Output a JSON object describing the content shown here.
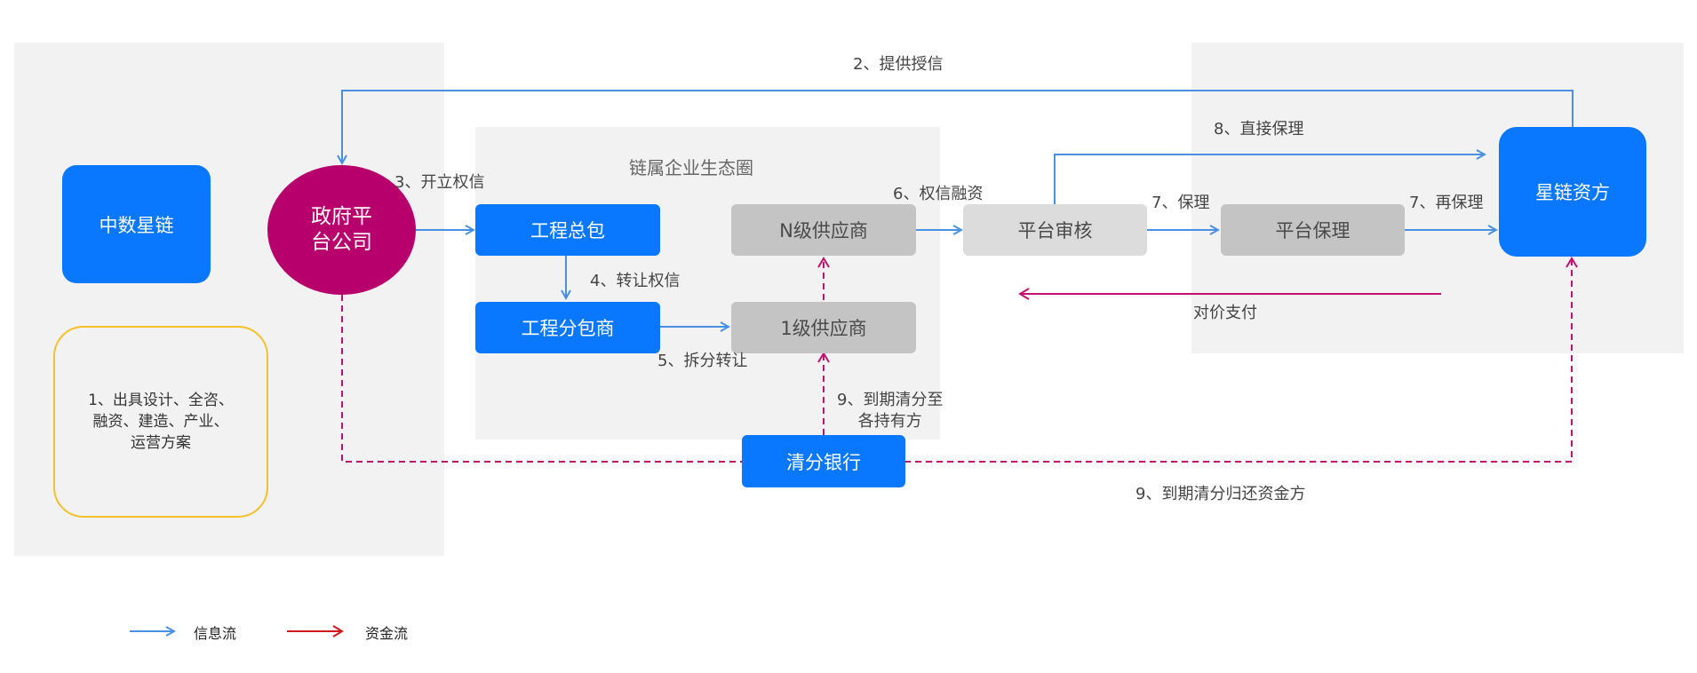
{
  "panels": {
    "ecosystem_title": "链属企业生态圈"
  },
  "nodes": {
    "zhongshu": "中数星链",
    "gov_line1": "政府平",
    "gov_line2": "台公司",
    "gczb": "工程总包",
    "gcfb": "工程分包商",
    "nji": "N级供应商",
    "yji": "1级供应商",
    "ptsh": "平台审核",
    "ptbl": "平台保理",
    "xlzf": "星链资方",
    "qfyh": "清分银行",
    "design_line1": "1、出具设计、全咨、",
    "design_line2": "融资、建造、产业、",
    "design_line3": "运营方案"
  },
  "labels": {
    "l2": "2、提供授信",
    "l3": "3、开立权信",
    "l4": "4、转让权信",
    "l5": "5、拆分转让",
    "l6": "6、权信融资",
    "l7a": "7、保理",
    "l7b": "7、再保理",
    "l8": "8、直接保理",
    "pay": "对价支付",
    "l9a_line1": "9、到期清分至",
    "l9a_line2": "各持有方",
    "l9b": "9、到期清分归还资金方"
  },
  "legend": {
    "info": "信息流",
    "fund": "资金流"
  },
  "colors": {
    "info_flow": "#4a90e2",
    "fund_flow": "#c2126e",
    "legend_fund": "#d0171b",
    "node_blue": "#0a77ff",
    "gov": "#b8006c",
    "design_border": "#f5c02a"
  }
}
